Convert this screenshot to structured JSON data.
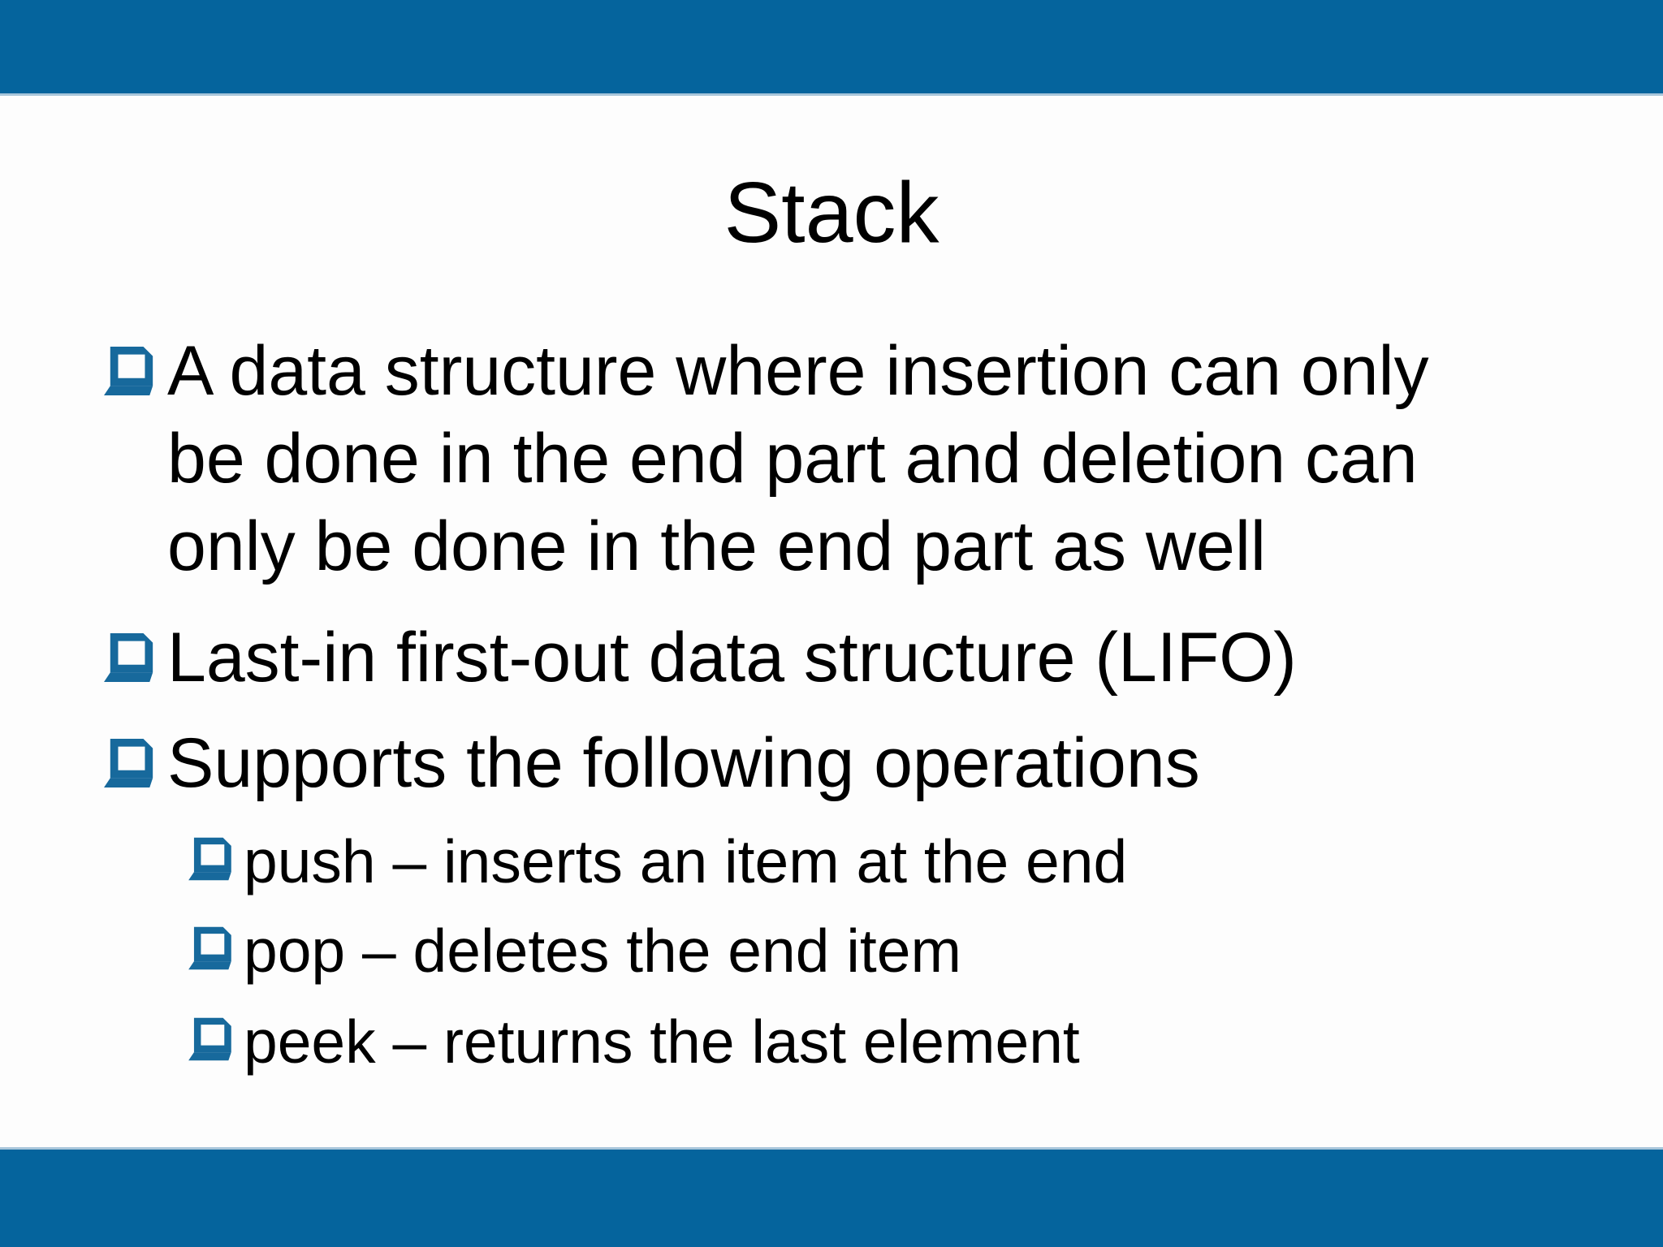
{
  "title": "Stack",
  "colors": {
    "banner_blue": "#05649D",
    "bullet_blue": "#17699C",
    "edge": "#A9C6DA",
    "text": "#000000",
    "background": "#FDFDFD"
  },
  "icons": {
    "bullet": "shadowed-square-bullet-icon"
  },
  "bullets": [
    {
      "level": 1,
      "lines": [
        "A data structure where insertion can only",
        "be done in the end part and deletion can",
        "only be done in the end part as well"
      ]
    },
    {
      "level": 1,
      "lines": [
        "Last-in first-out data structure (LIFO)"
      ]
    },
    {
      "level": 1,
      "lines": [
        "Supports the following operations"
      ]
    },
    {
      "level": 2,
      "lines": [
        "push – inserts an item at the end"
      ]
    },
    {
      "level": 2,
      "lines": [
        "pop – deletes the end item"
      ]
    },
    {
      "level": 2,
      "lines": [
        "peek – returns the last element"
      ]
    }
  ]
}
